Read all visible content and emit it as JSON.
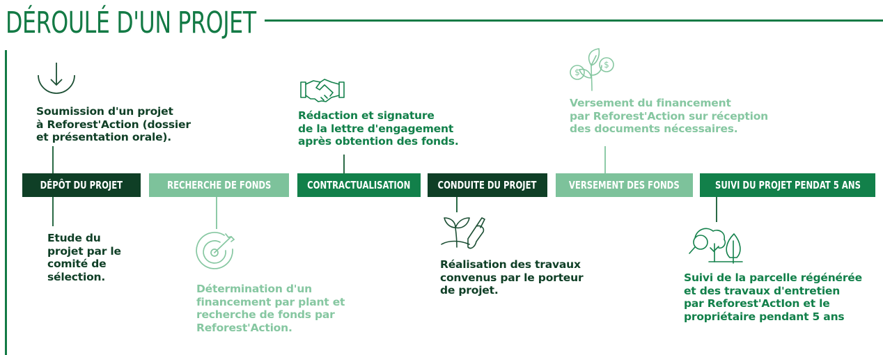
{
  "title": "DÉROULÉ D'UN PROJET",
  "steps": [
    {
      "label": "DÉPÔT DU PROJET",
      "color": "#0f3f26"
    },
    {
      "label": "RECHERCHE DE FONDS",
      "color": "#7dc29b"
    },
    {
      "label": "CONTRACTUALISATION",
      "color": "#12804a"
    },
    {
      "label": "CONDUITE DU PROJET",
      "color": "#0f3f26"
    },
    {
      "label": "VERSEMENT DES FONDS",
      "color": "#7dc29b"
    },
    {
      "label": "SUIVI DU PROJET PENDAT 5 ANS",
      "color": "#12804a"
    }
  ],
  "descriptions": {
    "soumission": [
      "Soumission d'un projet",
      "à Reforest'Action (dossier",
      "et présentation orale)."
    ],
    "etude": [
      "Etude du",
      "projet par le",
      "comité de",
      "sélection."
    ],
    "determination": [
      "Détermination d'un",
      "financement par plant et",
      "recherche de fonds par",
      "Reforest'Action."
    ],
    "redaction": [
      "Rédaction et signature",
      "de la lettre d'engagement",
      "après obtention des fonds."
    ],
    "realisation": [
      "Réalisation des travaux",
      "convenus par le porteur",
      "de projet."
    ],
    "versement": [
      "Versement du financement",
      "par Reforest'Action sur réception",
      "des documents nécessaires."
    ],
    "suivi": [
      "Suivi de la parcelle régénérée",
      "et des travaux d'entretien",
      "par Reforest'ActIon et le",
      "propriétaire pendant 5 ans"
    ]
  },
  "icons": {
    "submit": "download-arrow-icon",
    "target": "target-icon",
    "handshake": "handshake-icon",
    "planting": "sprout-trowel-icon",
    "money_plant": "money-plant-icon",
    "trees": "trees-magnifier-icon"
  }
}
